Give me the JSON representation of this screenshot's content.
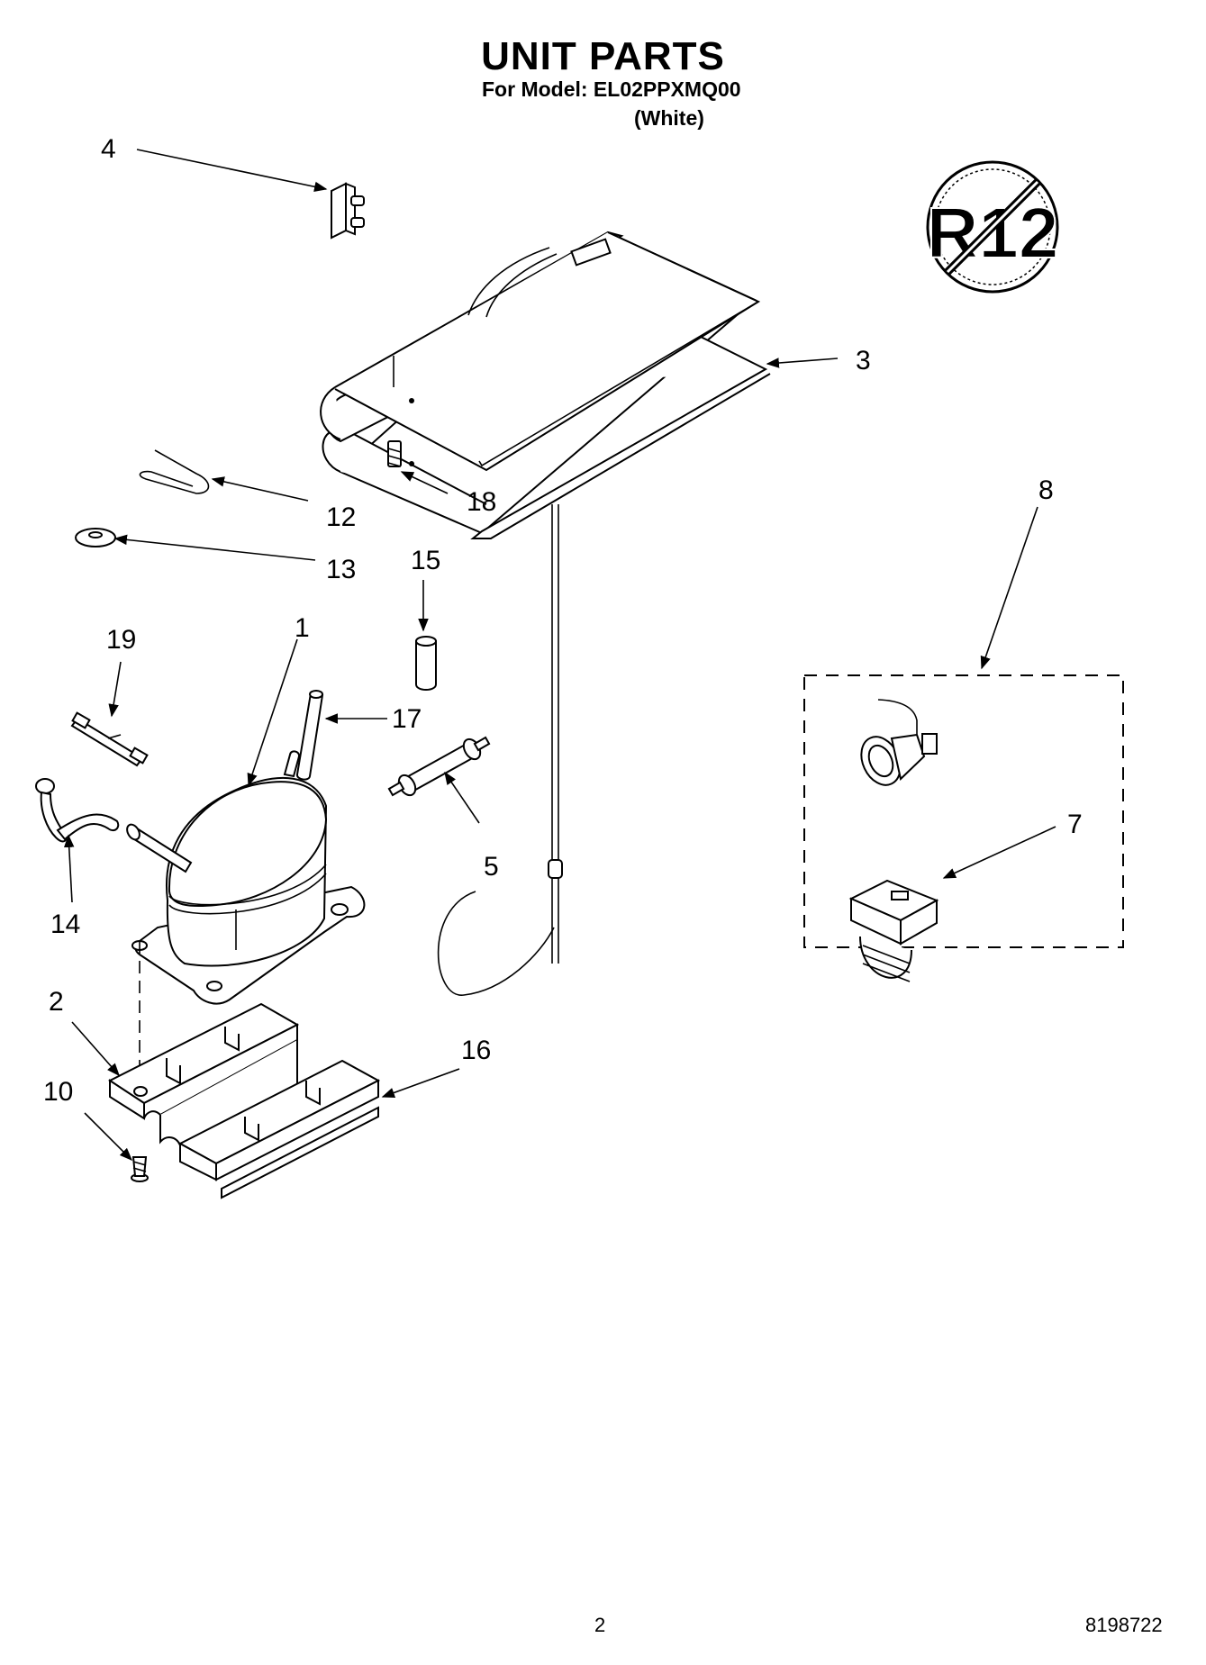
{
  "header": {
    "title": "UNIT PARTS",
    "model_line": "For Model: EL02PPXMQ00",
    "color_note": "(White)"
  },
  "badge": {
    "text": "R12"
  },
  "callouts": {
    "c1": "1",
    "c2": "2",
    "c3": "3",
    "c4": "4",
    "c5": "5",
    "c7": "7",
    "c8": "8",
    "c10": "10",
    "c12": "12",
    "c13": "13",
    "c14": "14",
    "c15": "15",
    "c16": "16",
    "c17": "17",
    "c18": "18",
    "c19": "19"
  },
  "footer": {
    "page_number": "2",
    "doc_number": "8198722"
  }
}
